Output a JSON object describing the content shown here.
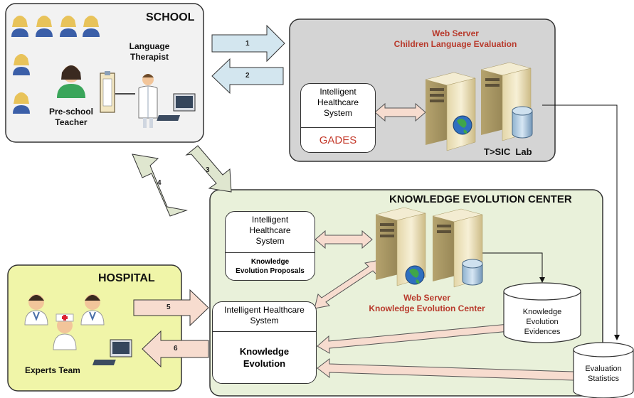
{
  "school": {
    "title": "SCHOOL",
    "therapist_label": "Language\nTherapist",
    "teacher_label": "Pre-school\nTeacher"
  },
  "web_server_1": {
    "title": "Web Server\nChildren Language Evaluation",
    "ihs_label": "Intelligent\nHealthcare\nSystem",
    "ihs_sub": "GADES",
    "lab_label": "T>SIC  Lab"
  },
  "kec": {
    "title": "KNOWLEDGE EVOLUTION CENTER",
    "ihs_top_label": "Intelligent\nHealthcare\nSystem",
    "ihs_top_sub": "Knowledge\nEvolution Proposals",
    "server_label": "Web Server\nKnowledge Evolution Center",
    "ihs_main_label": "Intelligent Healthcare\nSystem",
    "ihs_main_sub": "Knowledge\nEvolution",
    "db_evidences": "Knowledge\nEvolution\nEvidences",
    "db_statistics": "Evaluation\nStatistics"
  },
  "hospital": {
    "title": "HOSPITAL",
    "team_label": "Experts Team"
  },
  "arrows": [
    "1",
    "2",
    "3",
    "4",
    "5",
    "6"
  ],
  "colors": {
    "school_bg": "#f2f2f2",
    "webserver_bg": "#d4d4d4",
    "kec_bg": "#e9f1da",
    "hospital_bg": "#f0f5a8",
    "arrow_blue": "#d3e6ef",
    "arrow_green": "#dfe6cf",
    "arrow_pink": "#f7dccf",
    "title_red": "#b83a2c"
  }
}
